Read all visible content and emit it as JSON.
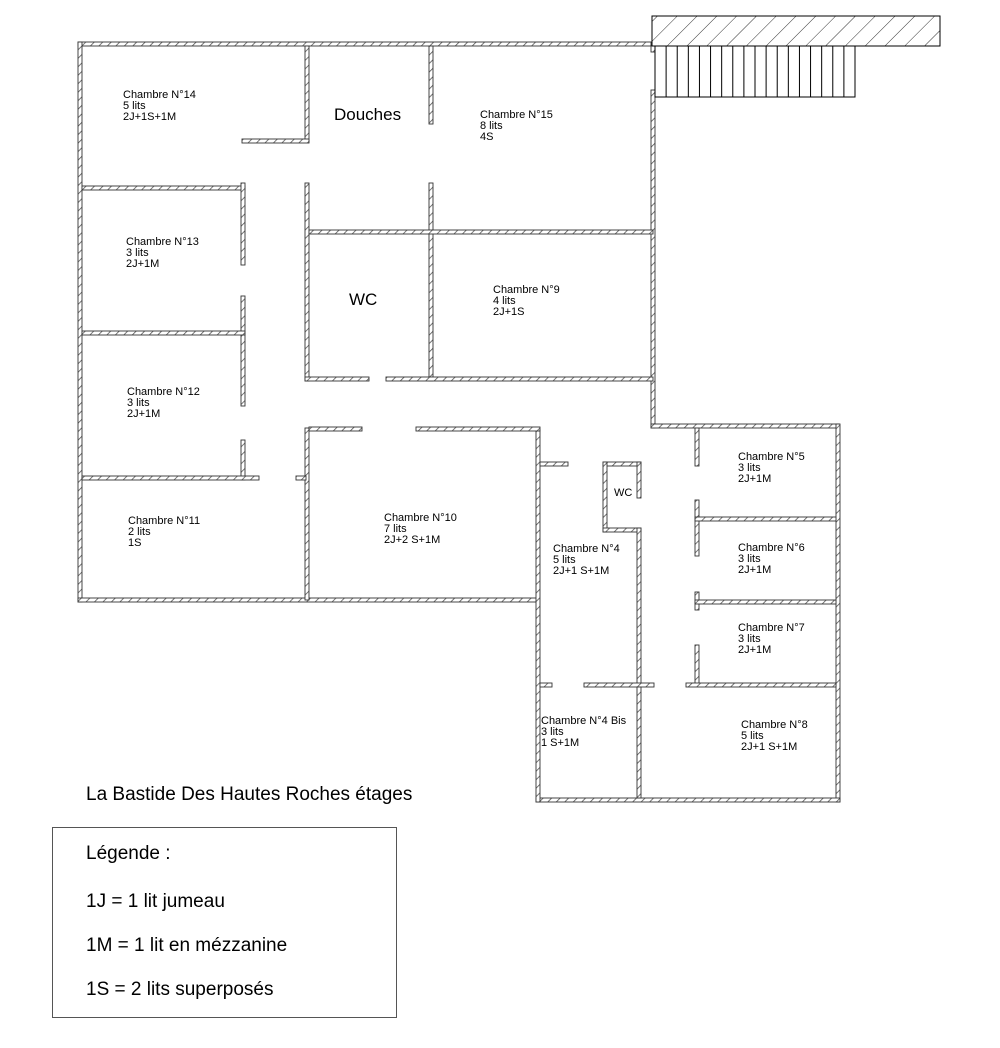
{
  "title": "La Bastide Des Hautes Roches étages",
  "legend": {
    "title": "Légende :",
    "items": [
      "1J = 1 lit jumeau",
      "1M = 1 lit en mézzanine",
      "1S = 2 lits superposés"
    ]
  },
  "rooms": [
    {
      "id": "r14",
      "lines": [
        "Chambre N°14",
        "5 lits",
        "2J+1S+1M"
      ]
    },
    {
      "id": "douches",
      "lines": [
        "Douches"
      ]
    },
    {
      "id": "r15",
      "lines": [
        "Chambre N°15",
        "8 lits",
        "4S"
      ]
    },
    {
      "id": "r13",
      "lines": [
        "Chambre N°13",
        "3 lits",
        "2J+1M"
      ]
    },
    {
      "id": "wc1",
      "lines": [
        "WC"
      ]
    },
    {
      "id": "r9",
      "lines": [
        "Chambre N°9",
        "4 lits",
        "2J+1S"
      ]
    },
    {
      "id": "r12",
      "lines": [
        "Chambre N°12",
        "3 lits",
        "2J+1M"
      ]
    },
    {
      "id": "r11",
      "lines": [
        "Chambre N°11",
        "2 lits",
        "1S"
      ]
    },
    {
      "id": "r10",
      "lines": [
        "Chambre N°10",
        "7 lits",
        "2J+2 S+1M"
      ]
    },
    {
      "id": "wc2",
      "lines": [
        "WC"
      ]
    },
    {
      "id": "r4",
      "lines": [
        "Chambre N°4",
        "5 lits",
        "2J+1 S+1M"
      ]
    },
    {
      "id": "r5",
      "lines": [
        "Chambre N°5",
        "3 lits",
        "2J+1M"
      ]
    },
    {
      "id": "r6",
      "lines": [
        "Chambre N°6",
        "3 lits",
        "2J+1M"
      ]
    },
    {
      "id": "r7",
      "lines": [
        "Chambre N°7",
        "3 lits",
        "2J+1M"
      ]
    },
    {
      "id": "r4bis",
      "lines": [
        "Chambre N°4 Bis",
        "3 lits",
        "1 S+1M"
      ]
    },
    {
      "id": "r8",
      "lines": [
        "Chambre N°8",
        "5 lits",
        "2J+1 S+1M"
      ]
    }
  ]
}
